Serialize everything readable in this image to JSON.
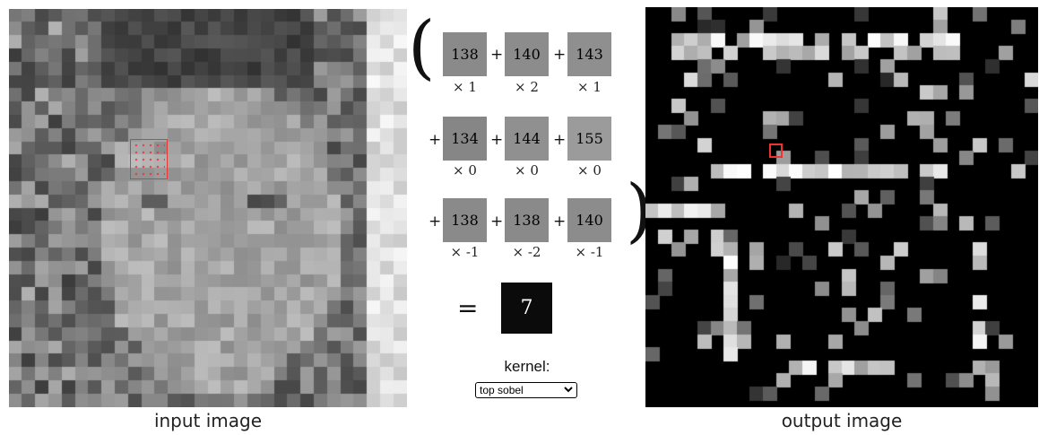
{
  "input_caption": "input image",
  "output_caption": "output image",
  "rows": [
    {
      "leading_op": "",
      "cells": [
        {
          "value": "138",
          "mult": "× 1"
        },
        {
          "value": "140",
          "mult": "× 2"
        },
        {
          "value": "143",
          "mult": "× 1"
        }
      ]
    },
    {
      "leading_op": "+",
      "cells": [
        {
          "value": "134",
          "mult": "× 0"
        },
        {
          "value": "144",
          "mult": "× 0"
        },
        {
          "value": "155",
          "mult": "× 0"
        }
      ]
    },
    {
      "leading_op": "+",
      "cells": [
        {
          "value": "138",
          "mult": "× -1"
        },
        {
          "value": "138",
          "mult": "× -2"
        },
        {
          "value": "140",
          "mult": "× -1"
        }
      ]
    }
  ],
  "plus": "+",
  "equals": "=",
  "result": "7",
  "kernel": {
    "label": "kernel:",
    "selected": "top sobel",
    "chevron_icon": "chevron-down-icon"
  },
  "colors": {
    "highlight": "#ee3333",
    "result_bg": "#0b0b0b"
  }
}
